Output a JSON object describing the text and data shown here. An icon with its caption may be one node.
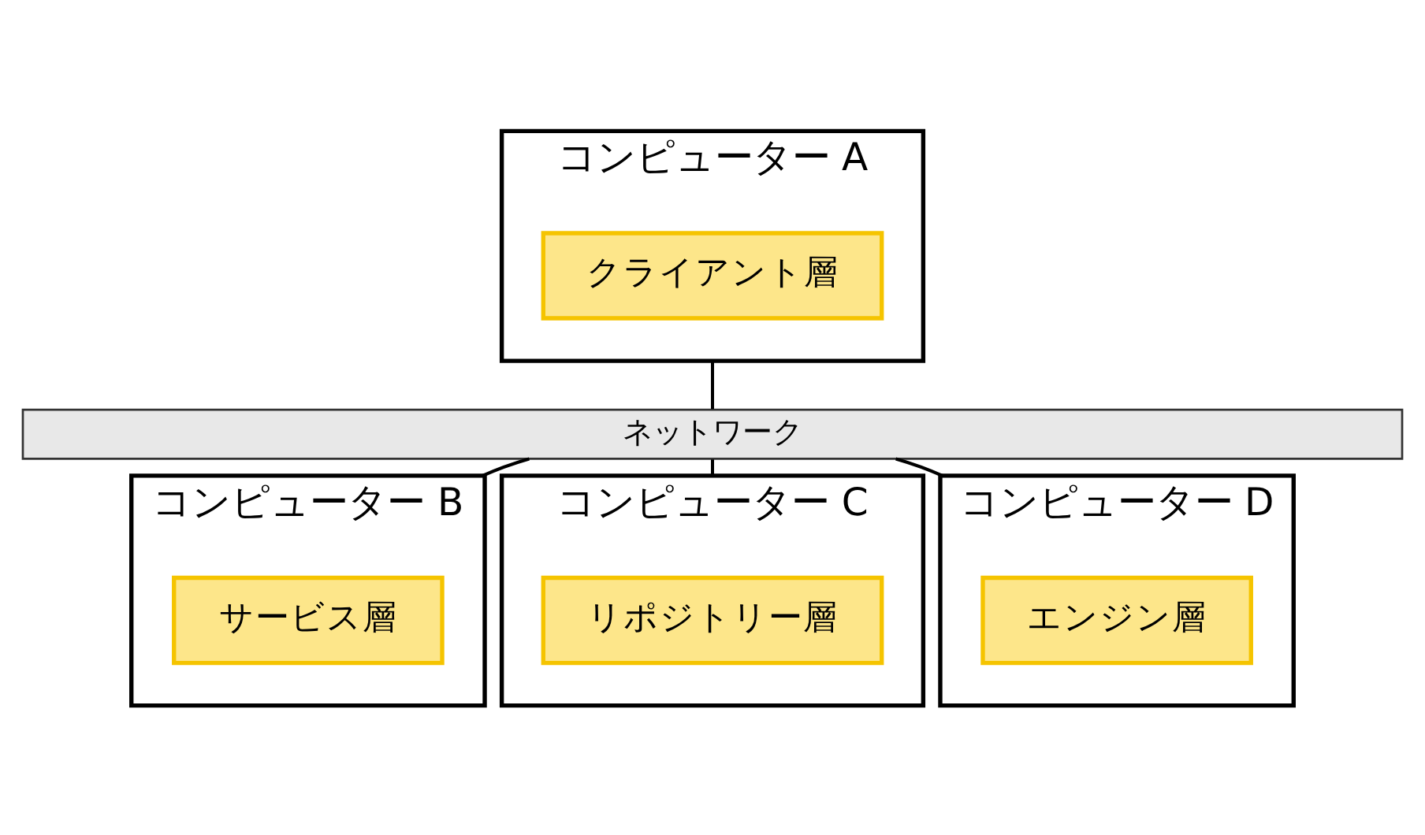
{
  "diagram": {
    "nodes": [
      {
        "text": [
          "コンピューター A"
        ]
      },
      {
        "text": [
          "クライアント層"
        ],
        "in": 0
      },
      {
        "text": [
          "ネットワーク"
        ]
      },
      {
        "text": [
          "コンピューター B"
        ]
      },
      {
        "text": [
          "サービス層"
        ],
        "in": 3
      },
      {
        "text": [
          "コンピューター C"
        ]
      },
      {
        "text": [
          "リポジトリー層"
        ],
        "in": 5
      },
      {
        "text": [
          "コンピューター D"
        ]
      },
      {
        "text": [
          "エンジン層"
        ],
        "in": 7
      }
    ],
    "edges": [
      {
        "from": 0,
        "to": 2,
        "arrow": "none"
      },
      {
        "from": 2,
        "to": 3,
        "arrow": "none"
      },
      {
        "from": 2,
        "to": 5,
        "arrow": "none"
      },
      {
        "from": 2,
        "to": 7,
        "arrow": "none"
      }
    ]
  }
}
